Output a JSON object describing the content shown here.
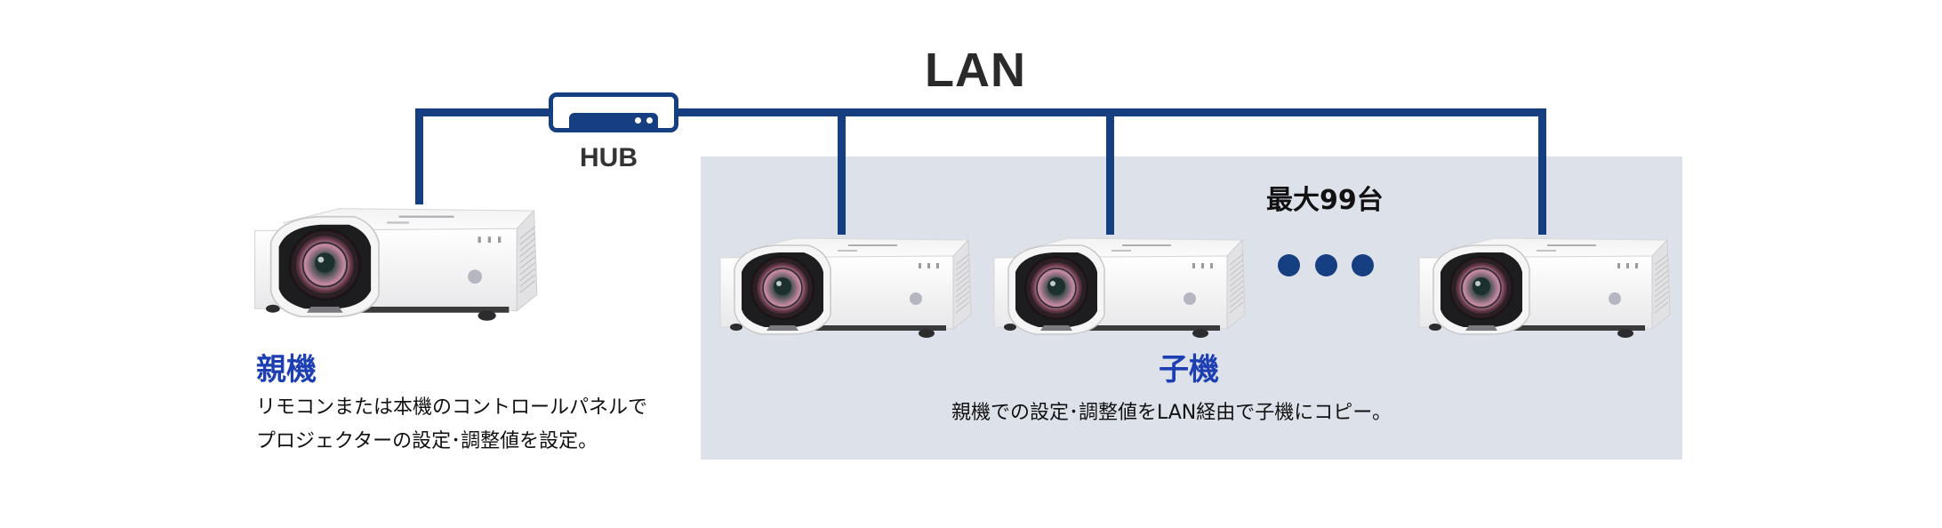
{
  "diagram": {
    "network_label": "LAN",
    "hub": {
      "label": "HUB",
      "icon": "network-hub-icon"
    },
    "colors": {
      "line": "#153f80",
      "heading": "#1e3fb4",
      "slave_area_bg": "#dde1ea",
      "text": "#111111"
    },
    "master": {
      "title": "親機",
      "description_lines": [
        "リモコンまたは本機のコントロールパネルで",
        "プロジェクターの設定･調整値を設定。"
      ],
      "icon": "projector-icon"
    },
    "slaves": {
      "title": "子機",
      "description": "親機での設定･調整値をLAN経由で子機にコピー。",
      "max_label": "最大99台",
      "visible_projectors": 3,
      "ellipsis_icon": "ellipsis-dots-icon",
      "icon": "projector-icon"
    }
  }
}
